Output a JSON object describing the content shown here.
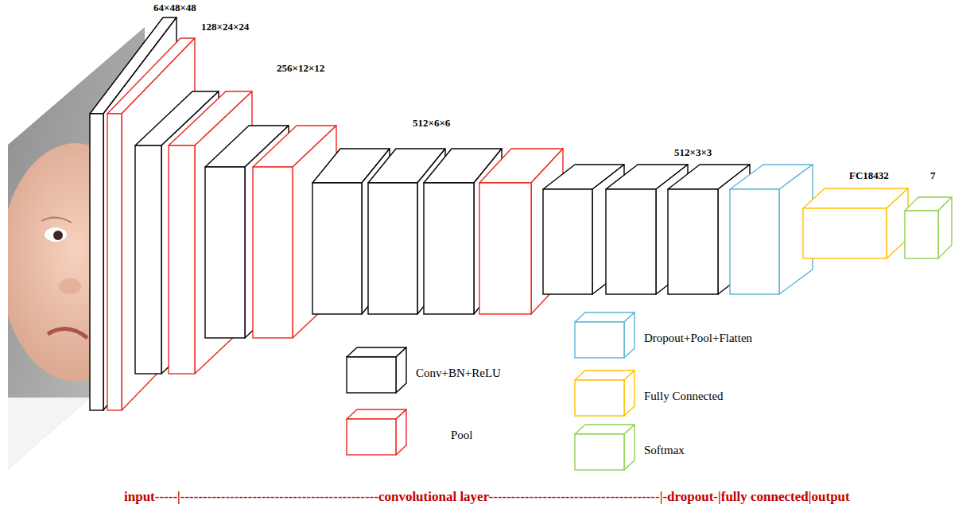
{
  "diagram": {
    "labels": [
      "64×48×48",
      "128×24×24",
      "256×12×12",
      "512×6×6",
      "512×3×3",
      "FC18432",
      "7",
      "input-----|--------------------------------------------convolutional layer--------------------------------------|-dropout-|fully connected|output"
    ],
    "legend": [
      {
        "text": "Conv+BN+ReLU",
        "color": "#000000"
      },
      {
        "text": "Pool",
        "color": "#e8281e"
      },
      {
        "text": "Dropout+Pool+Flatten",
        "color": "#5bb4d8"
      },
      {
        "text": "Fully Connected",
        "color": "#ffc000"
      },
      {
        "text": "Softmax",
        "color": "#92d050"
      }
    ]
  }
}
